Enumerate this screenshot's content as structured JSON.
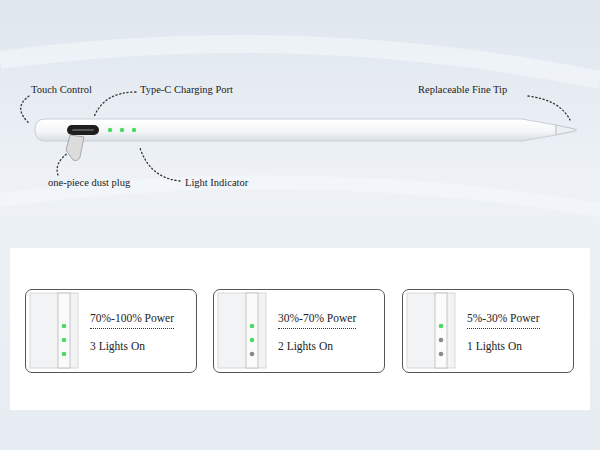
{
  "diagram": {
    "nodes": [
      {
        "text": [
          "70%-100% Power",
          "3 Lights On"
        ]
      },
      {
        "text": [
          "30%-70% Power",
          "2 Lights On"
        ]
      },
      {
        "text": [
          "5%-30% Power",
          "1 Lights On"
        ]
      }
    ],
    "labels": [
      "Touch Control",
      "Type-C Charging Port",
      "Replaceable Fine Tip",
      "one-piece dust plug",
      "Light Indicator"
    ]
  }
}
